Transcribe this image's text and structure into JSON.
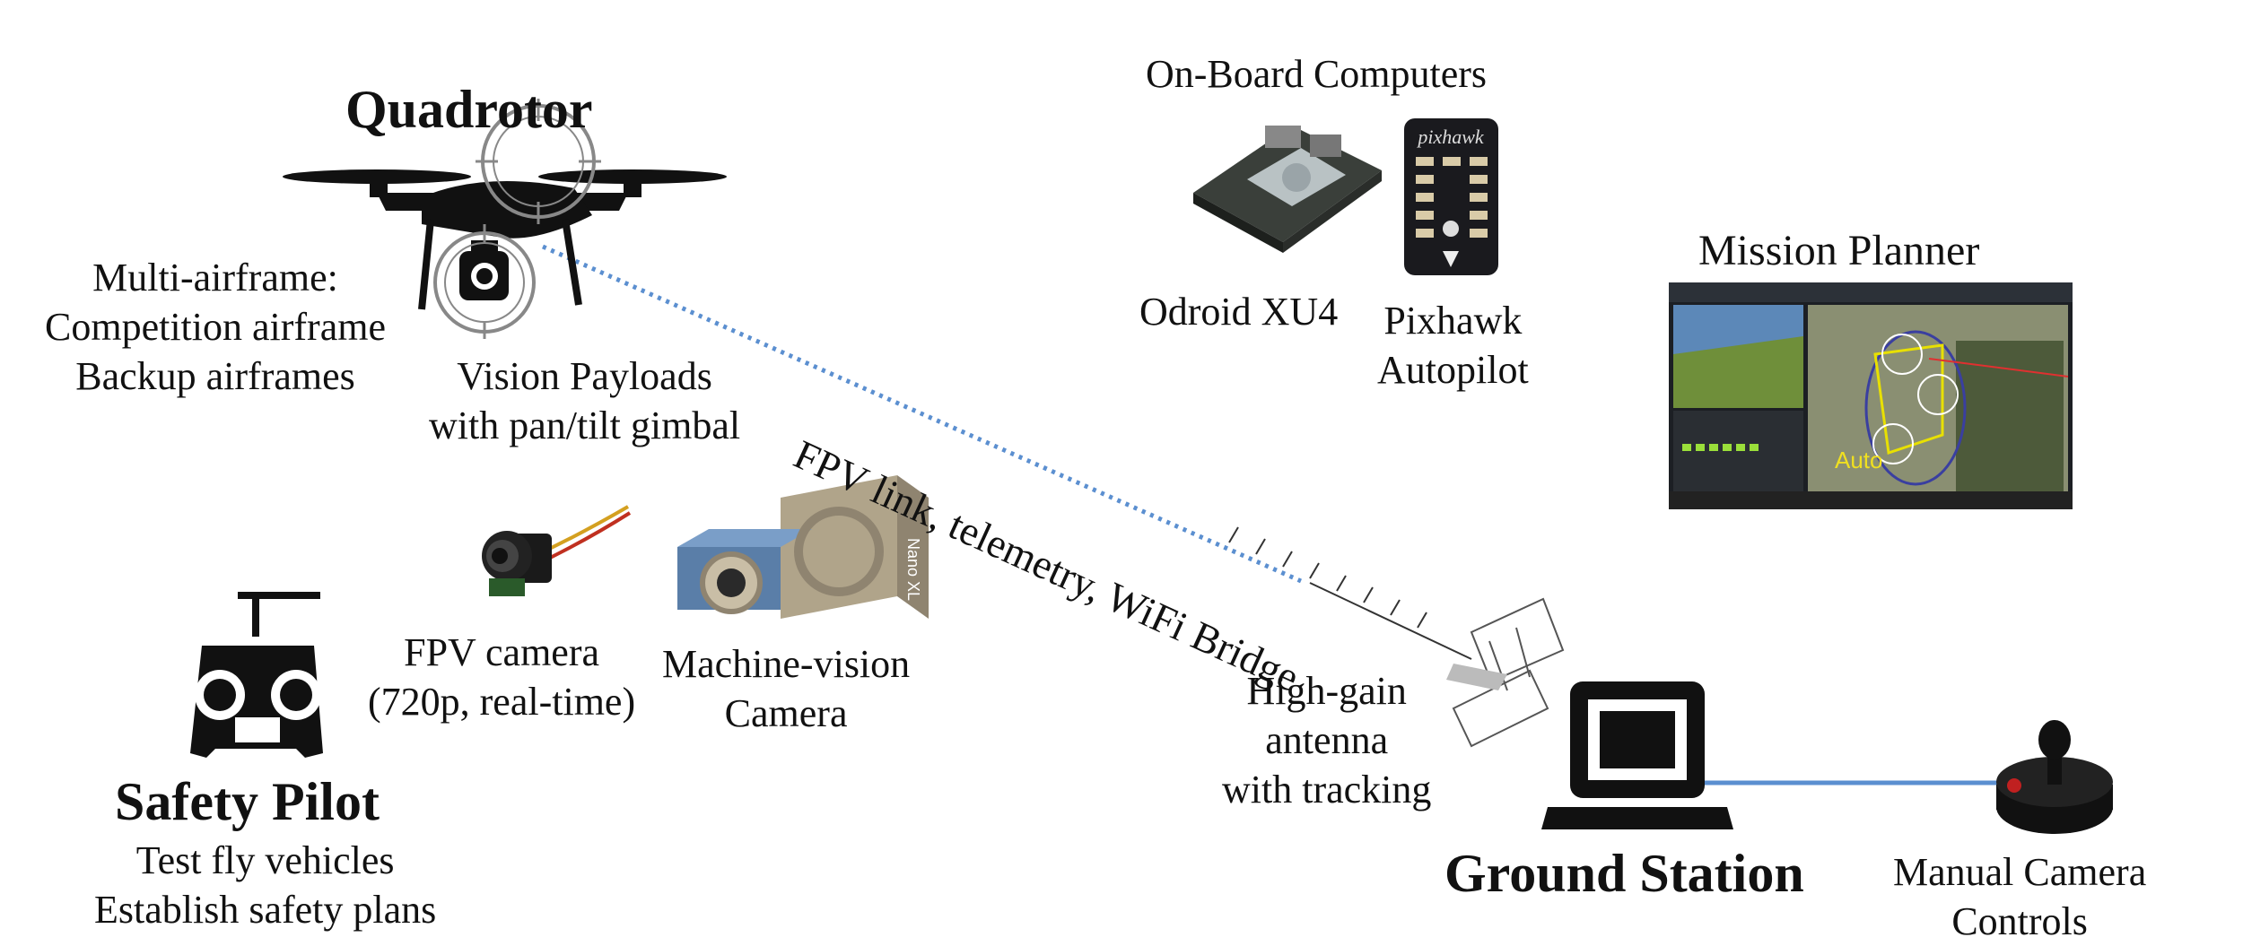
{
  "titles": {
    "quadrotor": "Quadrotor",
    "safety_pilot": "Safety Pilot",
    "ground_station": "Ground Station"
  },
  "labels": {
    "onboard_computers": "On-Board Computers",
    "odroid": "Odroid XU4",
    "pixhawk": [
      "Pixhawk",
      "Autopilot"
    ],
    "pixhawk_logo": "pixhawk",
    "mission_planner": "Mission Planner",
    "mission_planner_mode": "Auto",
    "multi_airframe": [
      "Multi-airframe:",
      "Competition airframe",
      "Backup airframes"
    ],
    "vision_payloads": [
      "Vision Payloads",
      "with pan/tilt gimbal"
    ],
    "fpv_link": "FPV link, telemetry, WiFi Bridge",
    "fpv_camera": [
      "FPV camera",
      "(720p, real-time)"
    ],
    "machine_vision": [
      "Machine-vision",
      "Camera"
    ],
    "machine_vision_brand": "Nano XL",
    "antenna": [
      "High-gain",
      "antenna",
      "with tracking"
    ],
    "safety_pilot_desc": [
      "Test fly vehicles",
      "Establish safety plans"
    ],
    "manual_camera": [
      "Manual Camera",
      "Controls"
    ]
  },
  "colors": {
    "link_dotted": "#5b8fd0",
    "link_solid": "#5b8fd0",
    "map_green": "#6f8f3a",
    "map_field": "#8a8f72",
    "planner_dark": "#1c1f24",
    "auto_text": "#f0e020"
  }
}
